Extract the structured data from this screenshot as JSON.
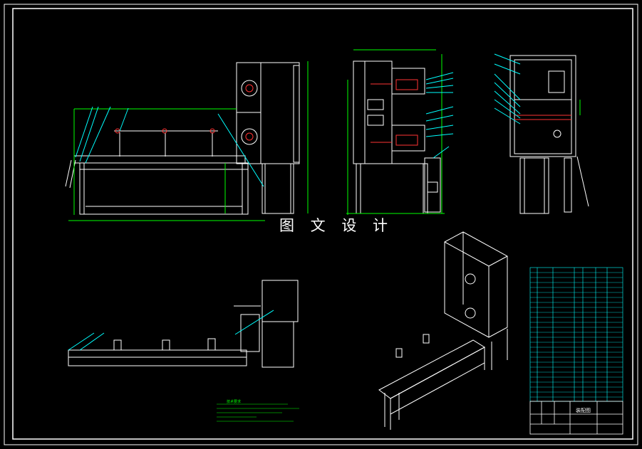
{
  "drawing": {
    "watermark": "图 文 设 计",
    "title_block_name": "装配图",
    "notes_heading": "技术要求",
    "colors": {
      "background": "#000000",
      "outline": "#ffffff",
      "dimension": "#00ff00",
      "leader": "#00ffff",
      "hidden": "#ff3333",
      "centerline": "#ffff00"
    }
  }
}
